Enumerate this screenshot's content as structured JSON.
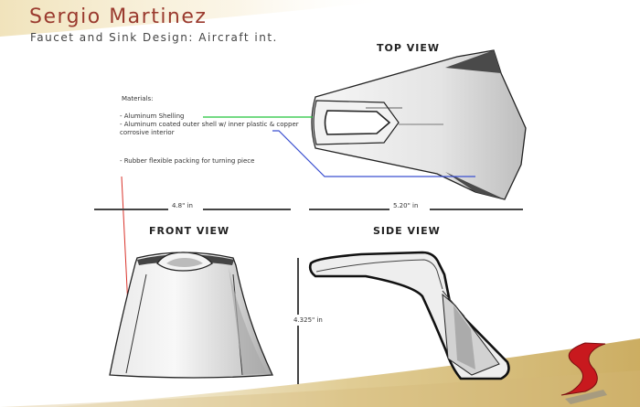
{
  "header": {
    "title": "Sergio Martinez",
    "subtitle": "Faucet and Sink Design: Aircraft int."
  },
  "views": {
    "top": "TOP VIEW",
    "front": "FRONT VIEW",
    "side": "SIDE VIEW"
  },
  "materials": {
    "heading": "Materials:",
    "items": [
      "- Aluminum Shelling",
      "- Aluminum coated outer shell w/ inner plastic & copper corrosive interior",
      "- Rubber flexible packing for turning piece"
    ]
  },
  "dimensions": {
    "front_width": "4.8\" in",
    "top_width": "5.20\" in",
    "side_height": "4.325\" in"
  },
  "colors": {
    "title": "#9a3a2e",
    "leader_green": "#22c33a",
    "leader_blue": "#3a4fd0",
    "leader_red": "#d9322a",
    "logo_red": "#c8191e",
    "banner_gold": "#d9c07a"
  }
}
